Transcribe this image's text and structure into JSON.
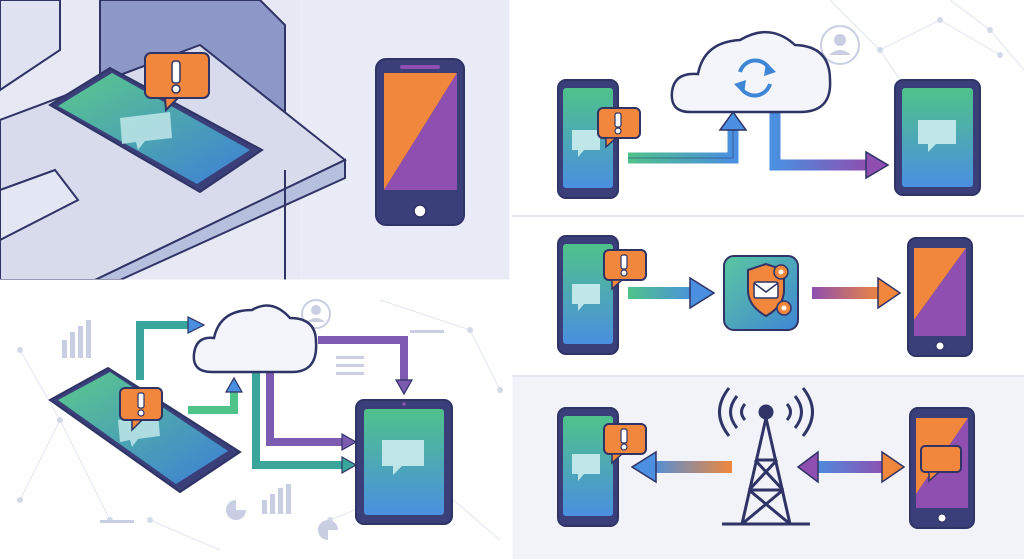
{
  "colors": {
    "outline": "#2f3366",
    "orange": "#f0873c",
    "purple": "#8e4fb0",
    "green": "#4fc28a",
    "blue": "#4a8fe0",
    "panel_light": "#eef0f8",
    "panel_white": "#ffffff",
    "cloud": "#f3f5fb",
    "teal": "#3aa69b",
    "arrow_purple": "#7d5bb0"
  },
  "panels": [
    {
      "name": "top-left-phone-on-desk",
      "icons": [
        "smartphone-icon",
        "alert-bubble-icon",
        "chat-bubble-icon",
        "smartphone-icon"
      ]
    },
    {
      "name": "top-right-cloud-sync",
      "icons": [
        "smartphone-icon",
        "alert-bubble-icon",
        "cloud-sync-icon",
        "tablet-icon",
        "user-avatar-icon"
      ]
    },
    {
      "name": "middle-right-security",
      "icons": [
        "smartphone-icon",
        "alert-bubble-icon",
        "shield-mail-icon",
        "smartphone-icon"
      ]
    },
    {
      "name": "bottom-right-cell-tower",
      "icons": [
        "smartphone-icon",
        "alert-bubble-icon",
        "cell-tower-icon",
        "smartphone-icon",
        "chat-bubble-icon"
      ]
    },
    {
      "name": "bottom-left-cloud-network",
      "icons": [
        "smartphone-icon",
        "alert-bubble-icon",
        "cloud-icon",
        "tablet-icon",
        "bar-chart-icon",
        "pie-chart-icon",
        "user-avatar-icon"
      ]
    }
  ]
}
